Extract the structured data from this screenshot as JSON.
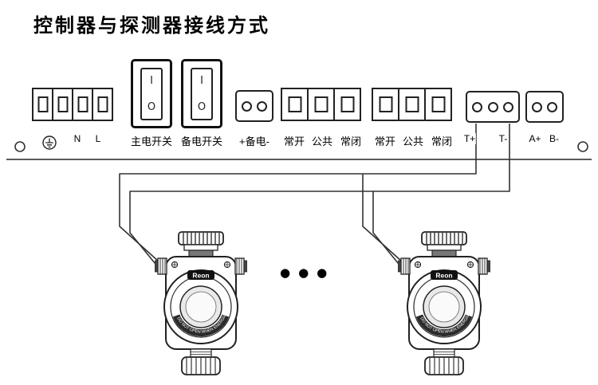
{
  "title": "控制器与探测器接线方式",
  "panel": {
    "power": {
      "n": "N",
      "l": "L"
    },
    "main_switch_label": "主电开关",
    "backup_switch_label": "备电开关",
    "battery_label": "+备电-",
    "relay1": [
      "常开",
      "公共",
      "常闭"
    ],
    "relay2": [
      "常开",
      "公共",
      "常闭"
    ],
    "t_plus": "T+",
    "t_minus": "T-",
    "a_plus": "A+",
    "b_minus": "B-"
  },
  "switch_marks": {
    "on": "I",
    "off": "O"
  },
  "icons": {
    "ground": "⏚"
  },
  "detector": {
    "brand": "Reon",
    "face_text": "DO NOT OPEN WHEN ENERGIZED"
  },
  "ellipsis": "●●●",
  "colors": {
    "line": "#333333",
    "text": "#000000",
    "background": "#ffffff"
  }
}
